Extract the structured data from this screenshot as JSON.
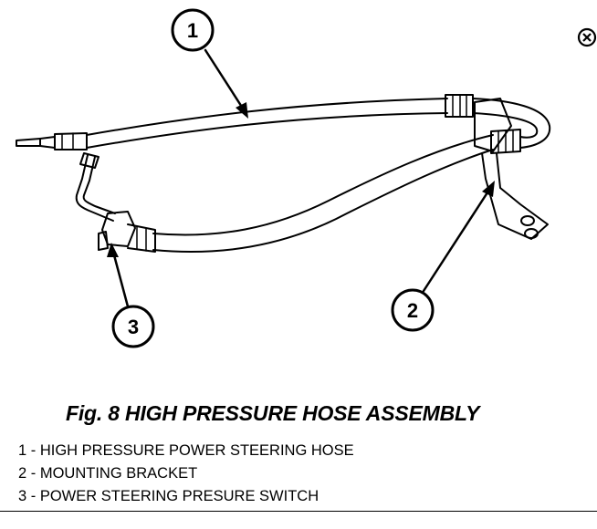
{
  "figure": {
    "callouts": [
      {
        "number": "1"
      },
      {
        "number": "2"
      },
      {
        "number": "3"
      }
    ]
  },
  "close_icon": {
    "symbol": "⊗"
  },
  "caption": "Fig. 8 HIGH PRESSURE HOSE ASSEMBLY",
  "legend": [
    "1 - HIGH PRESSURE POWER STEERING HOSE",
    "2 - MOUNTING BRACKET",
    "3 - POWER STEERING PRESURE SWITCH"
  ]
}
